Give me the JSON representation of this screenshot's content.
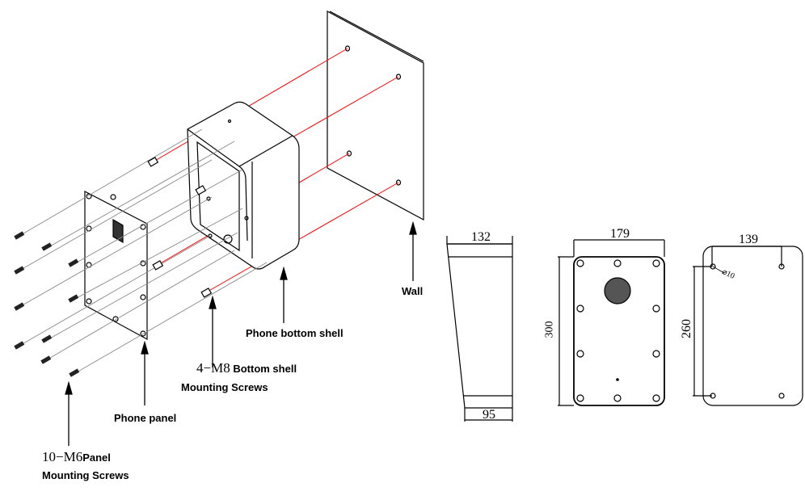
{
  "labels": {
    "wall": "Wall",
    "phone_bottom_shell": "Phone bottom shell",
    "bottom_shell_spec": "4−M8",
    "bottom_shell_text": "Bottom shell",
    "bottom_shell_text2": "Mounting Screws",
    "phone_panel": "Phone panel",
    "panel_spec": "10−M6",
    "panel_text": "Panel",
    "panel_text2": "Mounting Screws"
  },
  "dimensions": {
    "side_top": "132",
    "side_bottom": "95",
    "front_width": "179",
    "front_height": "300",
    "back_width": "139",
    "back_height": "260",
    "hole_diameter": "⌀10"
  },
  "colors": {
    "guide_line": "#ff0000",
    "line": "#000000",
    "screw_line": "#888888"
  }
}
